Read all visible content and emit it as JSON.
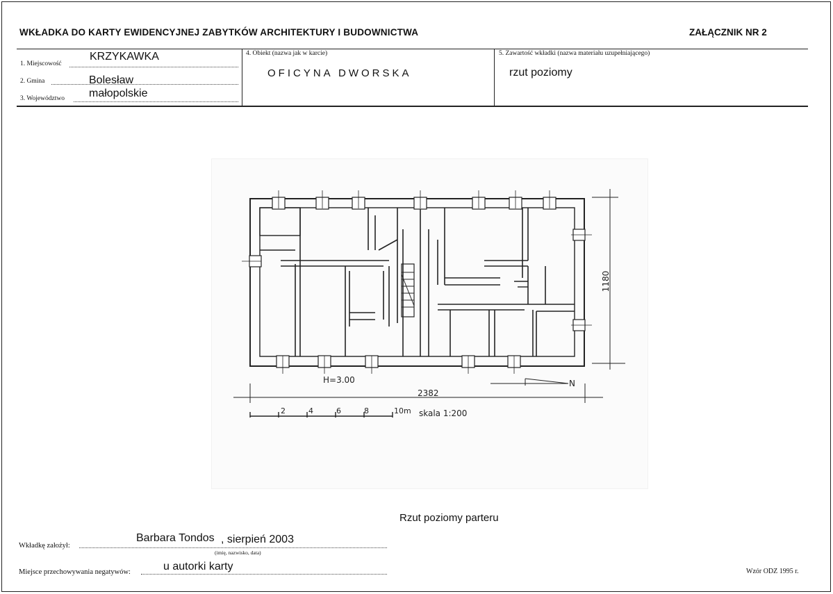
{
  "header": {
    "title": "WKŁADKA DO KARTY EWIDENCYJNEJ ZABYTKÓW ARCHITEKTURY I BUDOWNICTWA",
    "annex": "ZAŁĄCZNIK NR 2"
  },
  "fields": {
    "miejscowosc_label": "1. Miejscowość",
    "miejscowosc_value": "KRZYKAWKA",
    "gmina_label": "2. Gmina",
    "gmina_value": "Bolesław",
    "wojewodztwo_label": "3. Województwo",
    "wojewodztwo_value": "małopolskie",
    "obiekt_label": "4. Obiekt  (nazwa jak w karcie)",
    "obiekt_value": "OFICYNA DWORSKA",
    "zawartosc_label": "5. Zawartość wkładki  (nazwa materiału uzupełniającego)",
    "zawartosc_value": "rzut poziomy"
  },
  "drawing": {
    "height_label": "H=3.00",
    "length_dim": "2382",
    "width_dim": "1180",
    "north": "N",
    "scale_ticks": [
      "2",
      "4",
      "6",
      "8",
      "10m"
    ],
    "scale_text": "skala  1:200"
  },
  "caption": "Rzut poziomy parteru",
  "footer": {
    "author_label": "Wkładkę założył:",
    "author_value": "Barbara Tondos",
    "author_date": ", sierpień 2003",
    "author_hint": "(imię, nazwisko, data)",
    "storage_label": "Miejsce przechowywania negatywów:",
    "storage_value": "u autorki karty",
    "form_code": "Wzór ODZ 1995 r."
  }
}
